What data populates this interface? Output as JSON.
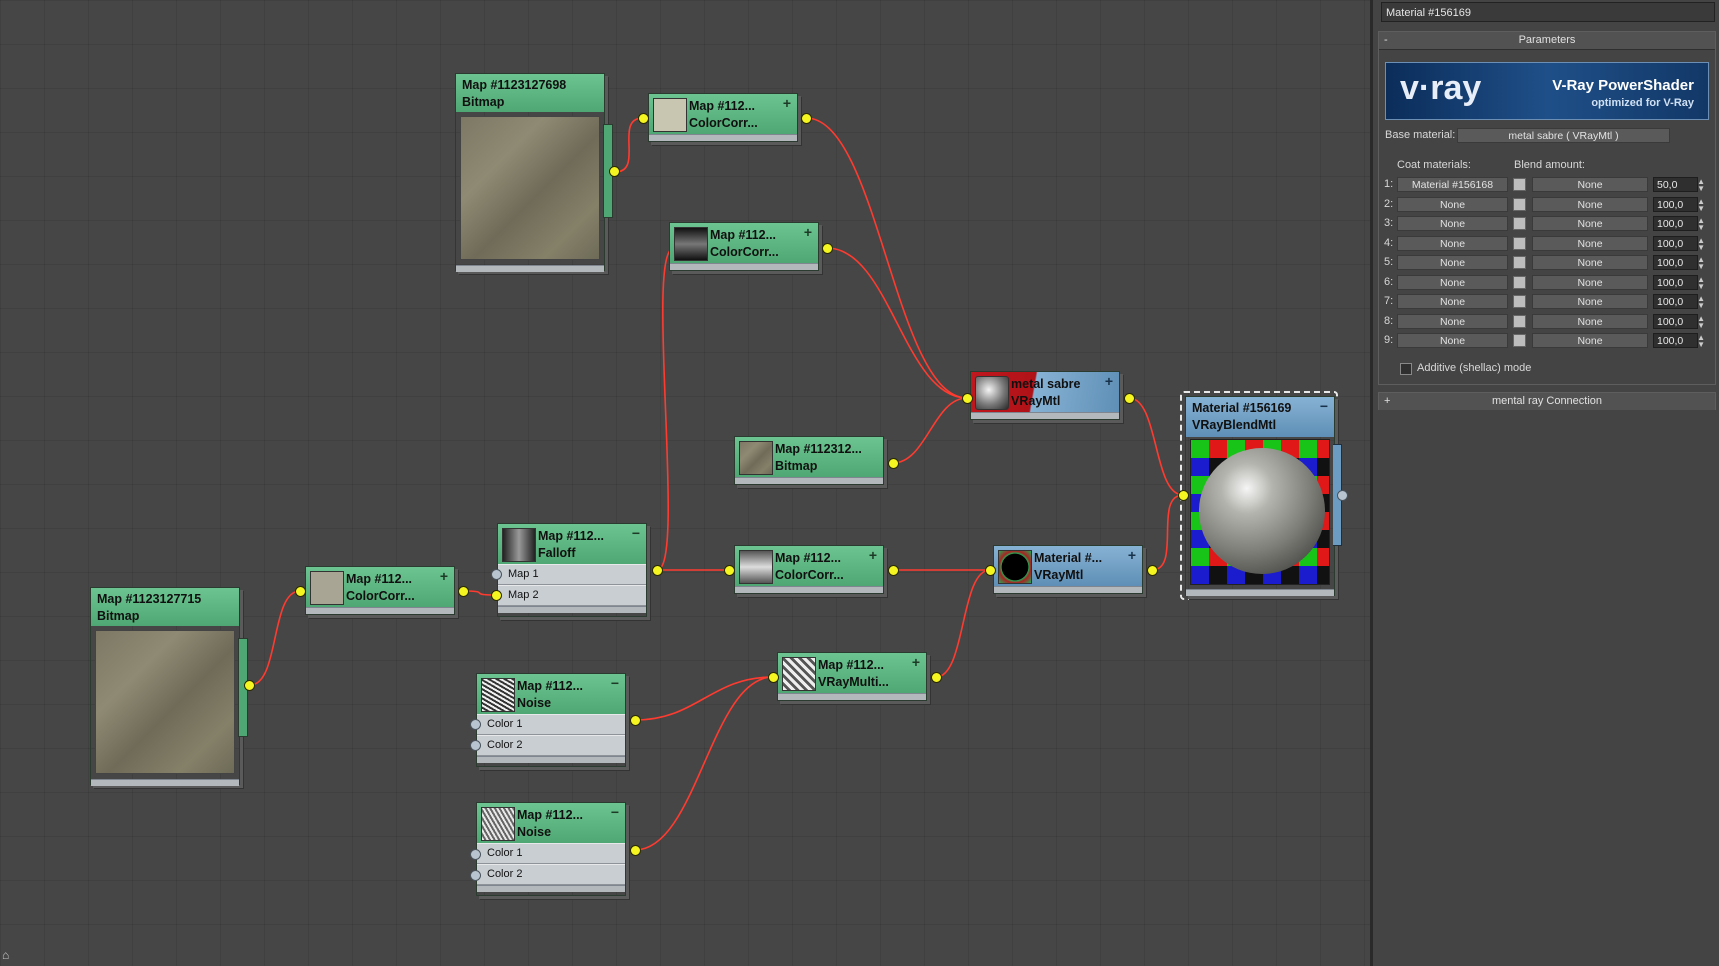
{
  "nodes": {
    "bitmap_top": {
      "title": "Map #1123127698",
      "type": "Bitmap"
    },
    "cc_top": {
      "title": "Map #112...",
      "type": "ColorCorr..."
    },
    "cc_mid": {
      "title": "Map #112...",
      "type": "ColorCorr..."
    },
    "metal": {
      "title": "metal sabre",
      "type": "VRayMtl"
    },
    "bitmap_mid": {
      "title": "Map #112312...",
      "type": "Bitmap"
    },
    "falloff": {
      "title": "Map #112...",
      "type": "Falloff",
      "slots": [
        "Map 1",
        "Map 2"
      ]
    },
    "cc_left": {
      "title": "Map #112...",
      "type": "ColorCorr..."
    },
    "bitmap_left": {
      "title": "Map #1123127715",
      "type": "Bitmap"
    },
    "cc_center": {
      "title": "Map #112...",
      "type": "ColorCorr..."
    },
    "vray_black": {
      "title": "Material #...",
      "type": "VRayMtl"
    },
    "multi": {
      "title": "Map #112...",
      "type": "VRayMulti..."
    },
    "noise1": {
      "title": "Map #112...",
      "type": "Noise",
      "slots": [
        "Color 1",
        "Color 2"
      ]
    },
    "noise2": {
      "title": "Map #112...",
      "type": "Noise",
      "slots": [
        "Color 1",
        "Color 2"
      ]
    },
    "blend": {
      "title": "Material #156169",
      "type": "VRayBlendMtl"
    }
  },
  "panel": {
    "title": "Material #156169",
    "rollout_params": "Parameters",
    "rollout_params_toggle": "-",
    "banner_logo": "v·ray",
    "banner_title": "V-Ray PowerShader",
    "banner_sub": "optimized for V-Ray",
    "base_label": "Base material:",
    "base_value": "metal sabre  ( VRayMtl )",
    "coat_label": "Coat materials:",
    "blend_label": "Blend amount:",
    "rows": [
      {
        "idx": "1:",
        "coat": "Material #156168",
        "blend": "None",
        "amount": "50,0"
      },
      {
        "idx": "2:",
        "coat": "None",
        "blend": "None",
        "amount": "100,0"
      },
      {
        "idx": "3:",
        "coat": "None",
        "blend": "None",
        "amount": "100,0"
      },
      {
        "idx": "4:",
        "coat": "None",
        "blend": "None",
        "amount": "100,0"
      },
      {
        "idx": "5:",
        "coat": "None",
        "blend": "None",
        "amount": "100,0"
      },
      {
        "idx": "6:",
        "coat": "None",
        "blend": "None",
        "amount": "100,0"
      },
      {
        "idx": "7:",
        "coat": "None",
        "blend": "None",
        "amount": "100,0"
      },
      {
        "idx": "8:",
        "coat": "None",
        "blend": "None",
        "amount": "100,0"
      },
      {
        "idx": "9:",
        "coat": "None",
        "blend": "None",
        "amount": "100,0"
      }
    ],
    "additive_label": "Additive (shellac) mode",
    "rollout_mr": "mental ray Connection",
    "rollout_mr_toggle": "+"
  },
  "colors": {
    "wire": "#ff3b30",
    "node_green": "#5cb67f",
    "node_blue": "#6d9cc2",
    "port": "#f5f521"
  }
}
